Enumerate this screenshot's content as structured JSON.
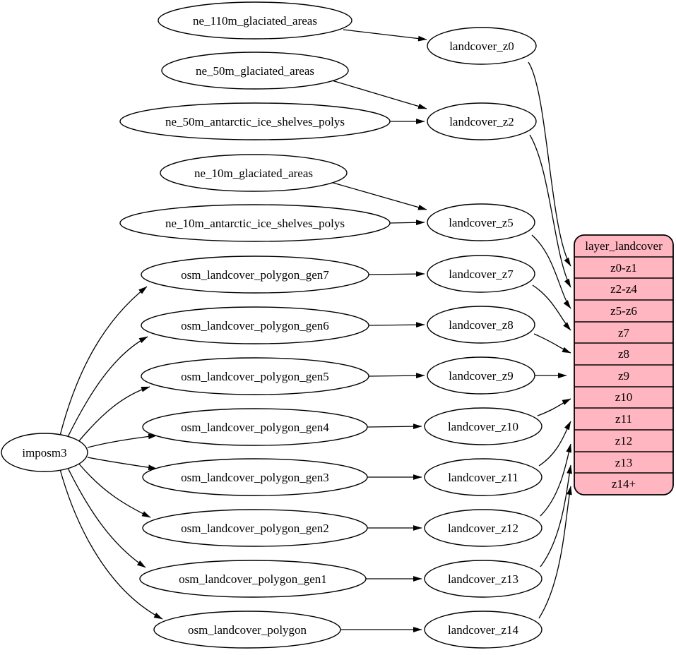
{
  "diagram": {
    "type": "graphviz-digraph",
    "colors": {
      "background": "#ffffff",
      "node_fill": "#ffffff",
      "node_stroke": "#000000",
      "edge": "#000000",
      "record_fill": "#ffb6c1",
      "record_stroke": "#000000"
    },
    "importer": {
      "label": "imposm3"
    },
    "sources": [
      {
        "label": "ne_110m_glaciated_areas"
      },
      {
        "label": "ne_50m_glaciated_areas"
      },
      {
        "label": "ne_50m_antarctic_ice_shelves_polys"
      },
      {
        "label": "ne_10m_glaciated_areas"
      },
      {
        "label": "ne_10m_antarctic_ice_shelves_polys"
      },
      {
        "label": "osm_landcover_polygon_gen7"
      },
      {
        "label": "osm_landcover_polygon_gen6"
      },
      {
        "label": "osm_landcover_polygon_gen5"
      },
      {
        "label": "osm_landcover_polygon_gen4"
      },
      {
        "label": "osm_landcover_polygon_gen3"
      },
      {
        "label": "osm_landcover_polygon_gen2"
      },
      {
        "label": "osm_landcover_polygon_gen1"
      },
      {
        "label": "osm_landcover_polygon"
      }
    ],
    "layers": [
      {
        "label": "landcover_z0"
      },
      {
        "label": "landcover_z2"
      },
      {
        "label": "landcover_z5"
      },
      {
        "label": "landcover_z7"
      },
      {
        "label": "landcover_z8"
      },
      {
        "label": "landcover_z9"
      },
      {
        "label": "landcover_z10"
      },
      {
        "label": "landcover_z11"
      },
      {
        "label": "landcover_z12"
      },
      {
        "label": "landcover_z13"
      },
      {
        "label": "landcover_z14"
      }
    ],
    "record": {
      "title": "layer_landcover",
      "rows": [
        "z0-z1",
        "z2-z4",
        "z5-z6",
        "z7",
        "z8",
        "z9",
        "z10",
        "z11",
        "z12",
        "z13",
        "z14+"
      ]
    },
    "edges": [
      {
        "from": "imposm3",
        "to": "osm_landcover_polygon_gen7"
      },
      {
        "from": "imposm3",
        "to": "osm_landcover_polygon_gen6"
      },
      {
        "from": "imposm3",
        "to": "osm_landcover_polygon_gen5"
      },
      {
        "from": "imposm3",
        "to": "osm_landcover_polygon_gen4"
      },
      {
        "from": "imposm3",
        "to": "osm_landcover_polygon_gen3"
      },
      {
        "from": "imposm3",
        "to": "osm_landcover_polygon_gen2"
      },
      {
        "from": "imposm3",
        "to": "osm_landcover_polygon_gen1"
      },
      {
        "from": "imposm3",
        "to": "osm_landcover_polygon"
      },
      {
        "from": "ne_110m_glaciated_areas",
        "to": "landcover_z0"
      },
      {
        "from": "ne_50m_glaciated_areas",
        "to": "landcover_z2"
      },
      {
        "from": "ne_50m_antarctic_ice_shelves_polys",
        "to": "landcover_z2"
      },
      {
        "from": "ne_10m_glaciated_areas",
        "to": "landcover_z5"
      },
      {
        "from": "ne_10m_antarctic_ice_shelves_polys",
        "to": "landcover_z5"
      },
      {
        "from": "osm_landcover_polygon_gen7",
        "to": "landcover_z7"
      },
      {
        "from": "osm_landcover_polygon_gen6",
        "to": "landcover_z8"
      },
      {
        "from": "osm_landcover_polygon_gen5",
        "to": "landcover_z9"
      },
      {
        "from": "osm_landcover_polygon_gen4",
        "to": "landcover_z10"
      },
      {
        "from": "osm_landcover_polygon_gen3",
        "to": "landcover_z11"
      },
      {
        "from": "osm_landcover_polygon_gen2",
        "to": "landcover_z12"
      },
      {
        "from": "osm_landcover_polygon_gen1",
        "to": "landcover_z13"
      },
      {
        "from": "osm_landcover_polygon",
        "to": "landcover_z14"
      },
      {
        "from": "landcover_z0",
        "to": "layer_landcover:z0-z1"
      },
      {
        "from": "landcover_z2",
        "to": "layer_landcover:z2-z4"
      },
      {
        "from": "landcover_z5",
        "to": "layer_landcover:z5-z6"
      },
      {
        "from": "landcover_z7",
        "to": "layer_landcover:z7"
      },
      {
        "from": "landcover_z8",
        "to": "layer_landcover:z8"
      },
      {
        "from": "landcover_z9",
        "to": "layer_landcover:z9"
      },
      {
        "from": "landcover_z10",
        "to": "layer_landcover:z10"
      },
      {
        "from": "landcover_z11",
        "to": "layer_landcover:z11"
      },
      {
        "from": "landcover_z12",
        "to": "layer_landcover:z12"
      },
      {
        "from": "landcover_z13",
        "to": "layer_landcover:z13"
      },
      {
        "from": "landcover_z14",
        "to": "layer_landcover:z14+"
      }
    ]
  }
}
